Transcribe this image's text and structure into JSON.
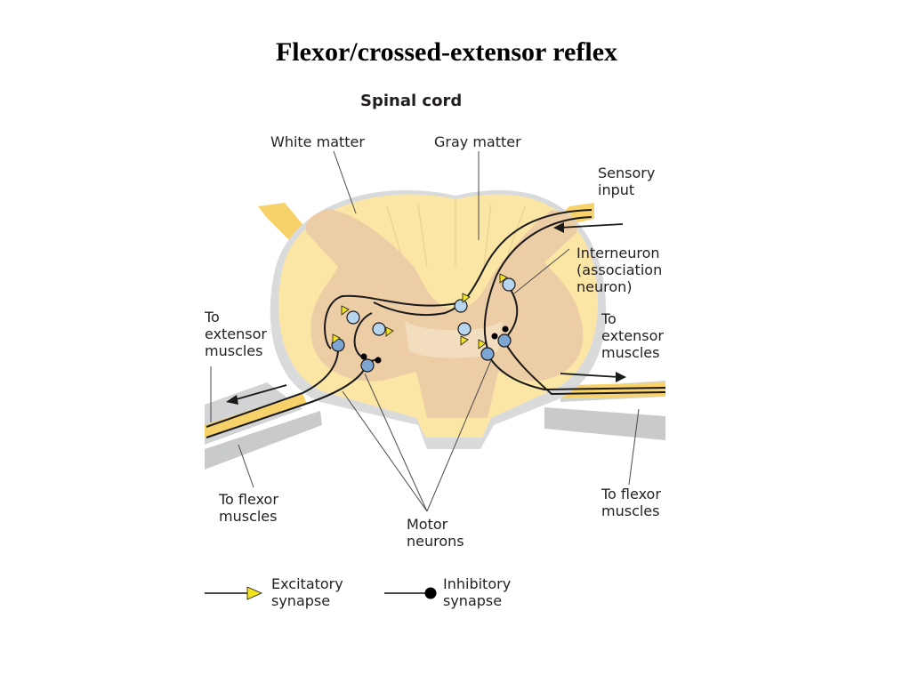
{
  "title": "Flexor/crossed-extensor reflex",
  "colors": {
    "white_matter": "#fce6a6",
    "gray_matter": "#edcda6",
    "nerve_gray": "#c9cacc",
    "nerve_yellow": "#f7d26a",
    "neuron_light": "#b7d5ee",
    "neuron_dark": "#7ea6d2",
    "excitatory": "#f4e21b",
    "inhibitory": "#000000"
  },
  "labels": {
    "spinal_cord": "Spinal cord",
    "white_matter": "White matter",
    "gray_matter": "Gray matter",
    "sensory_input": [
      "Sensory",
      "input"
    ],
    "interneuron": [
      "Interneuron",
      "(association",
      "neuron)"
    ],
    "to_extensor_left": [
      "To",
      "extensor",
      "muscles"
    ],
    "to_extensor_right": [
      "To",
      "extensor",
      "muscles"
    ],
    "to_flexor_left": [
      "To flexor",
      "muscles"
    ],
    "to_flexor_right": [
      "To flexor",
      "muscles"
    ],
    "motor_neurons": [
      "Motor",
      "neurons"
    ]
  },
  "legend": {
    "excitatory": [
      "Excitatory",
      "synapse"
    ],
    "inhibitory": [
      "Inhibitory",
      "synapse"
    ]
  }
}
